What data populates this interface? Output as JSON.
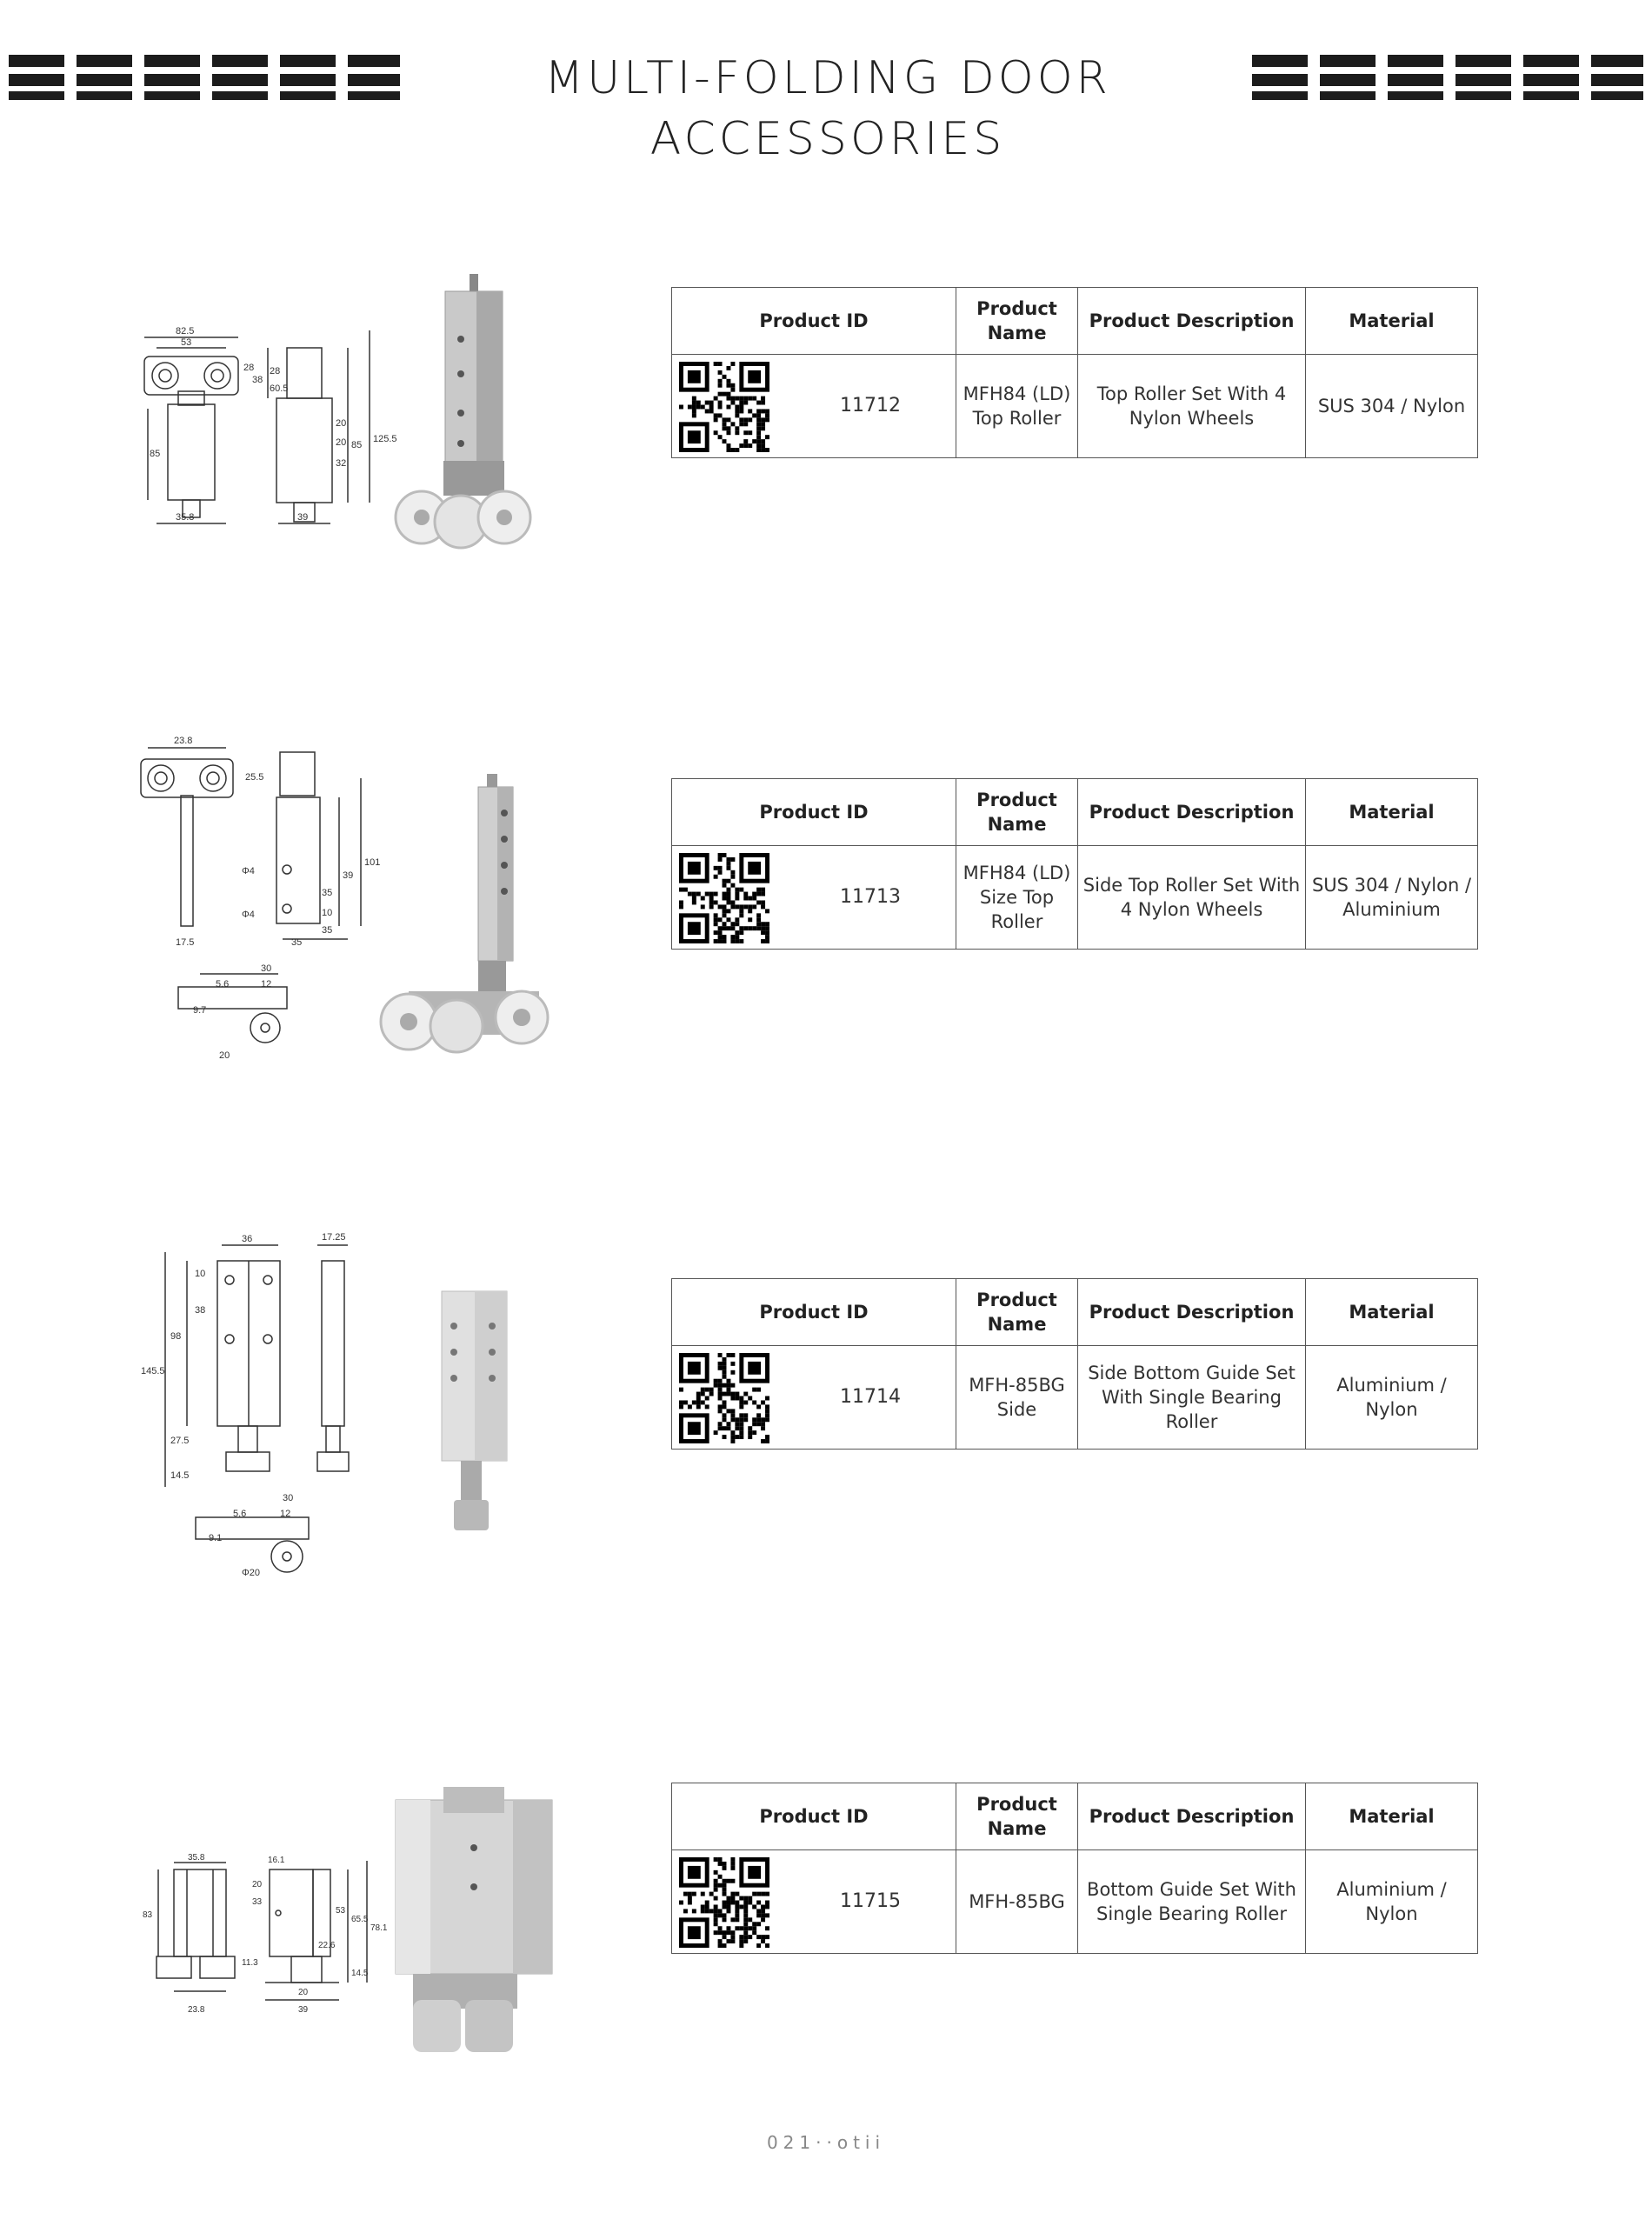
{
  "header": {
    "title": "MULTI-FOLDING DOOR ACCESSORIES"
  },
  "table_headers": {
    "id": "Product ID",
    "name": "Product Name",
    "description": "Product Description",
    "material": "Material"
  },
  "products": [
    {
      "id": "11712",
      "name": "MFH84 (LD) Top Roller",
      "description": "Top Roller Set With 4 Nylon Wheels",
      "material": "SUS 304 / Nylon",
      "dims": [
        "82.5",
        "53",
        "28",
        "38",
        "28",
        "60.5",
        "85",
        "20",
        "20",
        "32",
        "85",
        "125.5",
        "35.8",
        "39"
      ]
    },
    {
      "id": "11713",
      "name": "MFH84 (LD) Size Top Roller",
      "description": "Side Top Roller Set With 4 Nylon Wheels",
      "material": "SUS 304 / Nylon / Aluminium",
      "dims": [
        "23.8",
        "25.5",
        "39",
        "101",
        "35",
        "10",
        "35",
        "Φ4",
        "Φ4",
        "17.5",
        "35",
        "30",
        "12",
        "5.6",
        "9.7",
        "20"
      ]
    },
    {
      "id": "11714",
      "name": "MFH-85BG Side",
      "description": "Side Bottom Guide Set With Single Bearing Roller",
      "material": "Aluminium / Nylon",
      "dims": [
        "36",
        "17.25",
        "10",
        "38",
        "98",
        "145.5",
        "27.5",
        "14.5",
        "30",
        "12",
        "5.6",
        "9.1",
        "Φ20"
      ]
    },
    {
      "id": "11715",
      "name": "MFH-85BG",
      "description": "Bottom Guide Set With Single Bearing Roller",
      "material": "Aluminium / Nylon",
      "dims": [
        "35.8",
        "16.1",
        "83",
        "33",
        "20",
        "53",
        "65.5",
        "78.1",
        "22.6",
        "11.3",
        "14.5",
        "20",
        "39",
        "23.8"
      ]
    }
  ],
  "footer": {
    "page_number": "021··otii"
  }
}
